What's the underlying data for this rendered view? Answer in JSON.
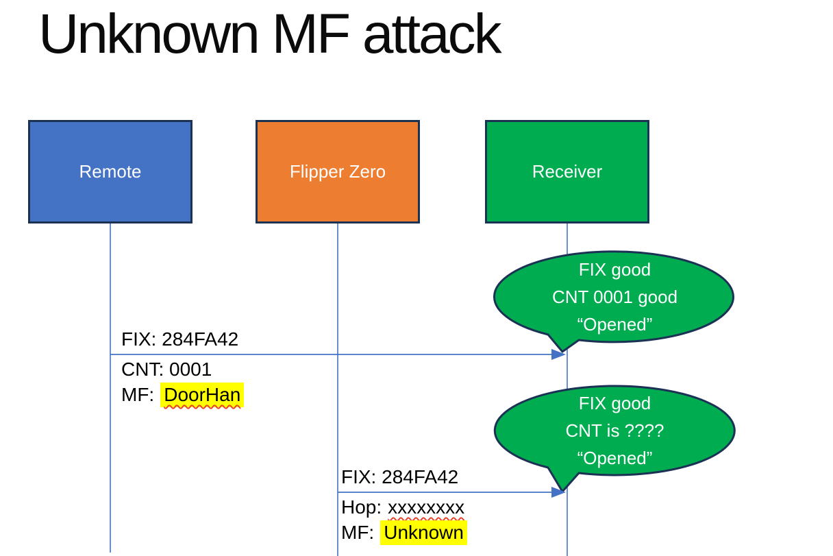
{
  "slide": {
    "title": "Unknown MF attack"
  },
  "actors": {
    "remote": {
      "label": "Remote",
      "fill": "#4472C4"
    },
    "flipper": {
      "label": "Flipper Zero",
      "fill": "#ED7D31"
    },
    "receiver": {
      "label": "Receiver",
      "fill": "#00AC50"
    }
  },
  "message1": {
    "fix": "FIX: 284FA42",
    "cnt": "CNT: 0001",
    "mf_prefix": "MF:",
    "mf_value": "DoorHan"
  },
  "message2": {
    "fix": "FIX: 284FA42",
    "hop_prefix": "Hop:",
    "hop_value": "xxxxxxxx",
    "mf_prefix": "MF:",
    "mf_value": "Unknown"
  },
  "bubble1": {
    "line1": "FIX good",
    "line2": "CNT 0001 good",
    "line3": "“Opened”"
  },
  "bubble2": {
    "line1": "FIX good",
    "line2": "CNT is ????",
    "line3": "“Opened”"
  },
  "colors": {
    "remote_fill": "#4472C4",
    "flipper_fill": "#ED7D31",
    "receiver_fill": "#00AC50",
    "bubble_fill": "#00AC50",
    "shape_border": "#1C3254",
    "line_blue": "#4472C4",
    "highlight_yellow": "#FFFF00",
    "squiggle_red": "#E8442A",
    "title_text": "#0B0B0B",
    "shape_text": "#FFFFFF"
  }
}
